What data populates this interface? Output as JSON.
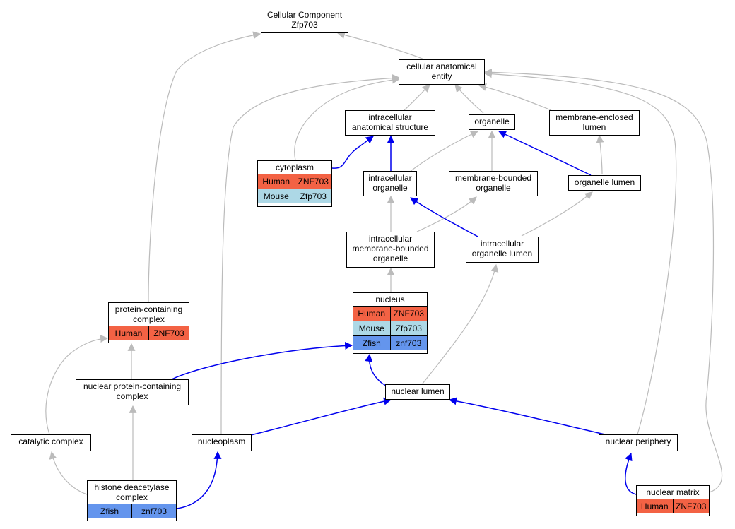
{
  "colors": {
    "human": "#F36244",
    "mouse": "#ADD8E6",
    "zfish": "#6495ED",
    "is_a_edge": "#bbbbbb",
    "part_of_edge": "#0000ee"
  },
  "nodes": {
    "root": {
      "label": "Cellular Component\nZfp703"
    },
    "cellular_anatomical_entity": {
      "label": "cellular anatomical\nentity"
    },
    "intracellular_anatomical_structure": {
      "label": "intracellular\nanatomical structure"
    },
    "organelle": {
      "label": "organelle"
    },
    "membrane_enclosed_lumen": {
      "label": "membrane-enclosed\nlumen"
    },
    "cytoplasm": {
      "label": "cytoplasm",
      "rows": [
        {
          "species": "Human",
          "gene": "ZNF703"
        },
        {
          "species": "Mouse",
          "gene": "Zfp703"
        }
      ]
    },
    "intracellular_organelle": {
      "label": "intracellular\norganelle"
    },
    "membrane_bounded_organelle": {
      "label": "membrane-bounded\norganelle"
    },
    "organelle_lumen": {
      "label": "organelle lumen"
    },
    "intracellular_membrane_bounded_organelle": {
      "label": "intracellular\nmembrane-bounded\norganelle"
    },
    "intracellular_organelle_lumen": {
      "label": "intracellular\norganelle lumen"
    },
    "nucleus": {
      "label": "nucleus",
      "rows": [
        {
          "species": "Human",
          "gene": "ZNF703"
        },
        {
          "species": "Mouse",
          "gene": "Zfp703"
        },
        {
          "species": "Zfish",
          "gene": "znf703"
        }
      ]
    },
    "protein_containing_complex": {
      "label": "protein-containing\ncomplex",
      "rows": [
        {
          "species": "Human",
          "gene": "ZNF703"
        }
      ]
    },
    "nuclear_protein_containing_complex": {
      "label": "nuclear protein-containing\ncomplex"
    },
    "nuclear_lumen": {
      "label": "nuclear lumen"
    },
    "catalytic_complex": {
      "label": "catalytic complex"
    },
    "nucleoplasm": {
      "label": "nucleoplasm"
    },
    "nuclear_periphery": {
      "label": "nuclear periphery"
    },
    "histone_deacetylase_complex": {
      "label": "histone deacetylase\ncomplex",
      "rows": [
        {
          "species": "Zfish",
          "gene": "znf703"
        }
      ]
    },
    "nuclear_matrix": {
      "label": "nuclear matrix",
      "rows": [
        {
          "species": "Human",
          "gene": "ZNF703"
        }
      ]
    }
  },
  "edges": [
    {
      "from": "cellular_anatomical_entity",
      "to": "root",
      "relation": "is_a"
    },
    {
      "from": "protein_containing_complex",
      "to": "root",
      "relation": "is_a"
    },
    {
      "from": "intracellular_anatomical_structure",
      "to": "cellular_anatomical_entity",
      "relation": "is_a"
    },
    {
      "from": "organelle",
      "to": "cellular_anatomical_entity",
      "relation": "is_a"
    },
    {
      "from": "membrane_enclosed_lumen",
      "to": "cellular_anatomical_entity",
      "relation": "is_a"
    },
    {
      "from": "cytoplasm",
      "to": "cellular_anatomical_entity",
      "relation": "is_a"
    },
    {
      "from": "nucleoplasm",
      "to": "cellular_anatomical_entity",
      "relation": "is_a"
    },
    {
      "from": "nuclear_periphery",
      "to": "cellular_anatomical_entity",
      "relation": "is_a"
    },
    {
      "from": "nuclear_matrix",
      "to": "cellular_anatomical_entity",
      "relation": "is_a"
    },
    {
      "from": "cytoplasm",
      "to": "intracellular_anatomical_structure",
      "relation": "part_of"
    },
    {
      "from": "intracellular_organelle",
      "to": "intracellular_anatomical_structure",
      "relation": "part_of"
    },
    {
      "from": "intracellular_organelle",
      "to": "organelle",
      "relation": "is_a"
    },
    {
      "from": "membrane_bounded_organelle",
      "to": "organelle",
      "relation": "is_a"
    },
    {
      "from": "organelle_lumen",
      "to": "organelle",
      "relation": "part_of"
    },
    {
      "from": "organelle_lumen",
      "to": "membrane_enclosed_lumen",
      "relation": "is_a"
    },
    {
      "from": "intracellular_membrane_bounded_organelle",
      "to": "intracellular_organelle",
      "relation": "is_a"
    },
    {
      "from": "intracellular_membrane_bounded_organelle",
      "to": "membrane_bounded_organelle",
      "relation": "is_a"
    },
    {
      "from": "intracellular_organelle_lumen",
      "to": "intracellular_organelle",
      "relation": "part_of"
    },
    {
      "from": "intracellular_organelle_lumen",
      "to": "organelle_lumen",
      "relation": "is_a"
    },
    {
      "from": "nucleus",
      "to": "intracellular_membrane_bounded_organelle",
      "relation": "is_a"
    },
    {
      "from": "nuclear_lumen",
      "to": "intracellular_organelle_lumen",
      "relation": "is_a"
    },
    {
      "from": "nuclear_lumen",
      "to": "nucleus",
      "relation": "part_of"
    },
    {
      "from": "nuclear_protein_containing_complex",
      "to": "nucleus",
      "relation": "part_of"
    },
    {
      "from": "nuclear_protein_containing_complex",
      "to": "protein_containing_complex",
      "relation": "is_a"
    },
    {
      "from": "catalytic_complex",
      "to": "protein_containing_complex",
      "relation": "is_a"
    },
    {
      "from": "histone_deacetylase_complex",
      "to": "nuclear_protein_containing_complex",
      "relation": "is_a"
    },
    {
      "from": "histone_deacetylase_complex",
      "to": "catalytic_complex",
      "relation": "is_a"
    },
    {
      "from": "histone_deacetylase_complex",
      "to": "nucleoplasm",
      "relation": "part_of"
    },
    {
      "from": "nucleoplasm",
      "to": "nuclear_lumen",
      "relation": "part_of"
    },
    {
      "from": "nuclear_periphery",
      "to": "nuclear_lumen",
      "relation": "part_of"
    },
    {
      "from": "nuclear_matrix",
      "to": "nuclear_periphery",
      "relation": "part_of"
    }
  ]
}
